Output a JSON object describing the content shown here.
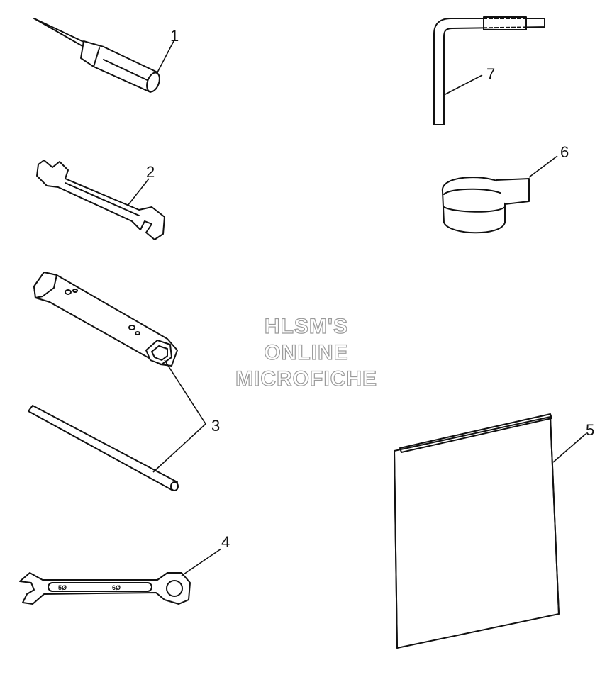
{
  "watermark": {
    "line1": "HLSM'S",
    "line2": "ONLINE",
    "line3": "MICROFICHE"
  },
  "callouts": {
    "c1": "1",
    "c2": "2",
    "c3": "3",
    "c4": "4",
    "c5": "5",
    "c6": "6",
    "c7": "7"
  },
  "wrench_markings": {
    "left": "5Ø",
    "right": "6Ø"
  }
}
